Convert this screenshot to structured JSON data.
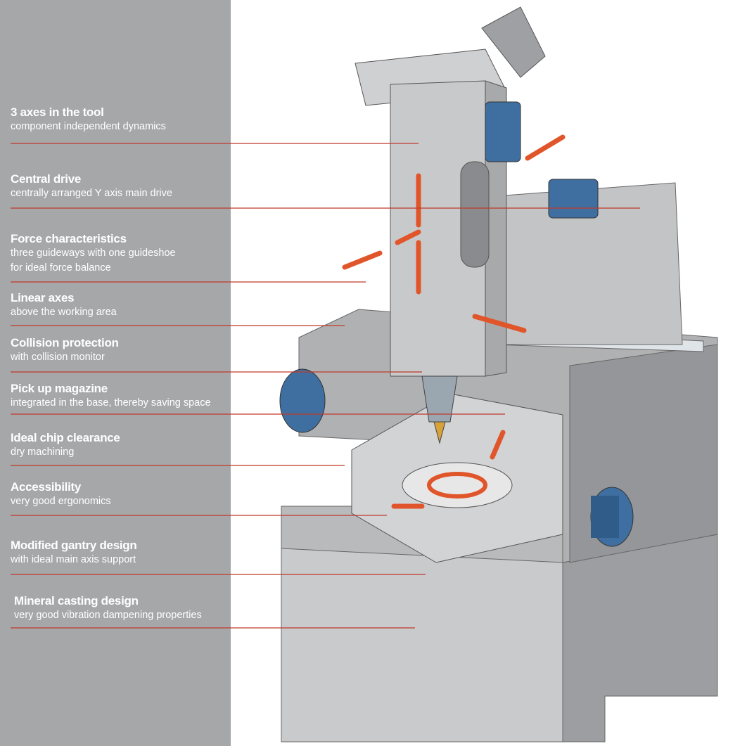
{
  "callouts": [
    {
      "title": "3 axes in the tool",
      "lines": [
        "component independent dynamics"
      ]
    },
    {
      "title": "Central drive",
      "lines": [
        "centrally arranged Y axis main drive"
      ]
    },
    {
      "title": "Force characteristics",
      "lines": [
        "three guideways with one guideshoe",
        "for ideal force balance"
      ]
    },
    {
      "title": "Linear axes",
      "lines": [
        "above the working area"
      ]
    },
    {
      "title": "Collision protection",
      "lines": [
        "with collision monitor"
      ]
    },
    {
      "title": "Pick up magazine",
      "lines": [
        "integrated in the base, thereby saving space"
      ]
    },
    {
      "title": "Ideal chip clearance",
      "lines": [
        "dry machining"
      ]
    },
    {
      "title": "Accessibility",
      "lines": [
        "very good ergonomics"
      ]
    },
    {
      "title": "Modified gantry design",
      "lines": [
        "with ideal main axis support"
      ]
    },
    {
      "title": "Mineral casting design",
      "lines": [
        "very good vibration dampening properties"
      ]
    }
  ],
  "colors": {
    "panel": "#a6a7a9",
    "leader": "#c0392b",
    "arrow": "#e0562a",
    "metal": "#c9cacc",
    "motor": "#3f6fa0"
  }
}
